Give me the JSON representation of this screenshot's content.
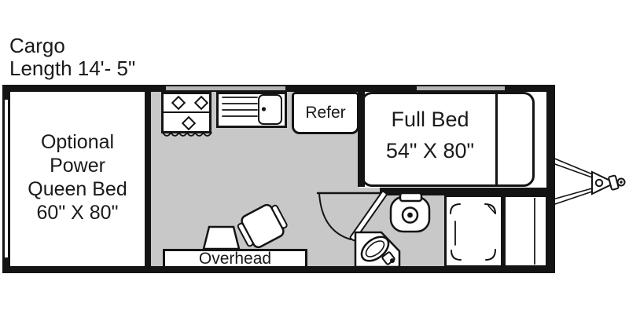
{
  "header": {
    "line1": "Cargo",
    "line2": "Length 14'- 5\""
  },
  "rooms": {
    "queen_bed": {
      "line1": "Optional",
      "line2": "Power",
      "line3": "Queen Bed",
      "line4": "60\" X 80\""
    },
    "full_bed": {
      "line1": "Full Bed",
      "line2": "54\" X 80\""
    },
    "refrigerator": {
      "label": "Refer"
    },
    "overhead": {
      "label": "Overhead"
    }
  },
  "fixtures": [
    "stove",
    "kitchen-sink",
    "refrigerator",
    "full-bed",
    "queen-bed",
    "overhead-cabinet",
    "bathroom-door",
    "toilet",
    "bathroom-sink",
    "shower",
    "wardrobe",
    "ottoman",
    "chair",
    "trailer-hitch",
    "windows"
  ],
  "colors": {
    "floor": "#c8c8c8",
    "wall": "#141414",
    "fixture_fill": "#ffffff",
    "window": "#b4b4b4",
    "text": "#1a1a1a"
  }
}
